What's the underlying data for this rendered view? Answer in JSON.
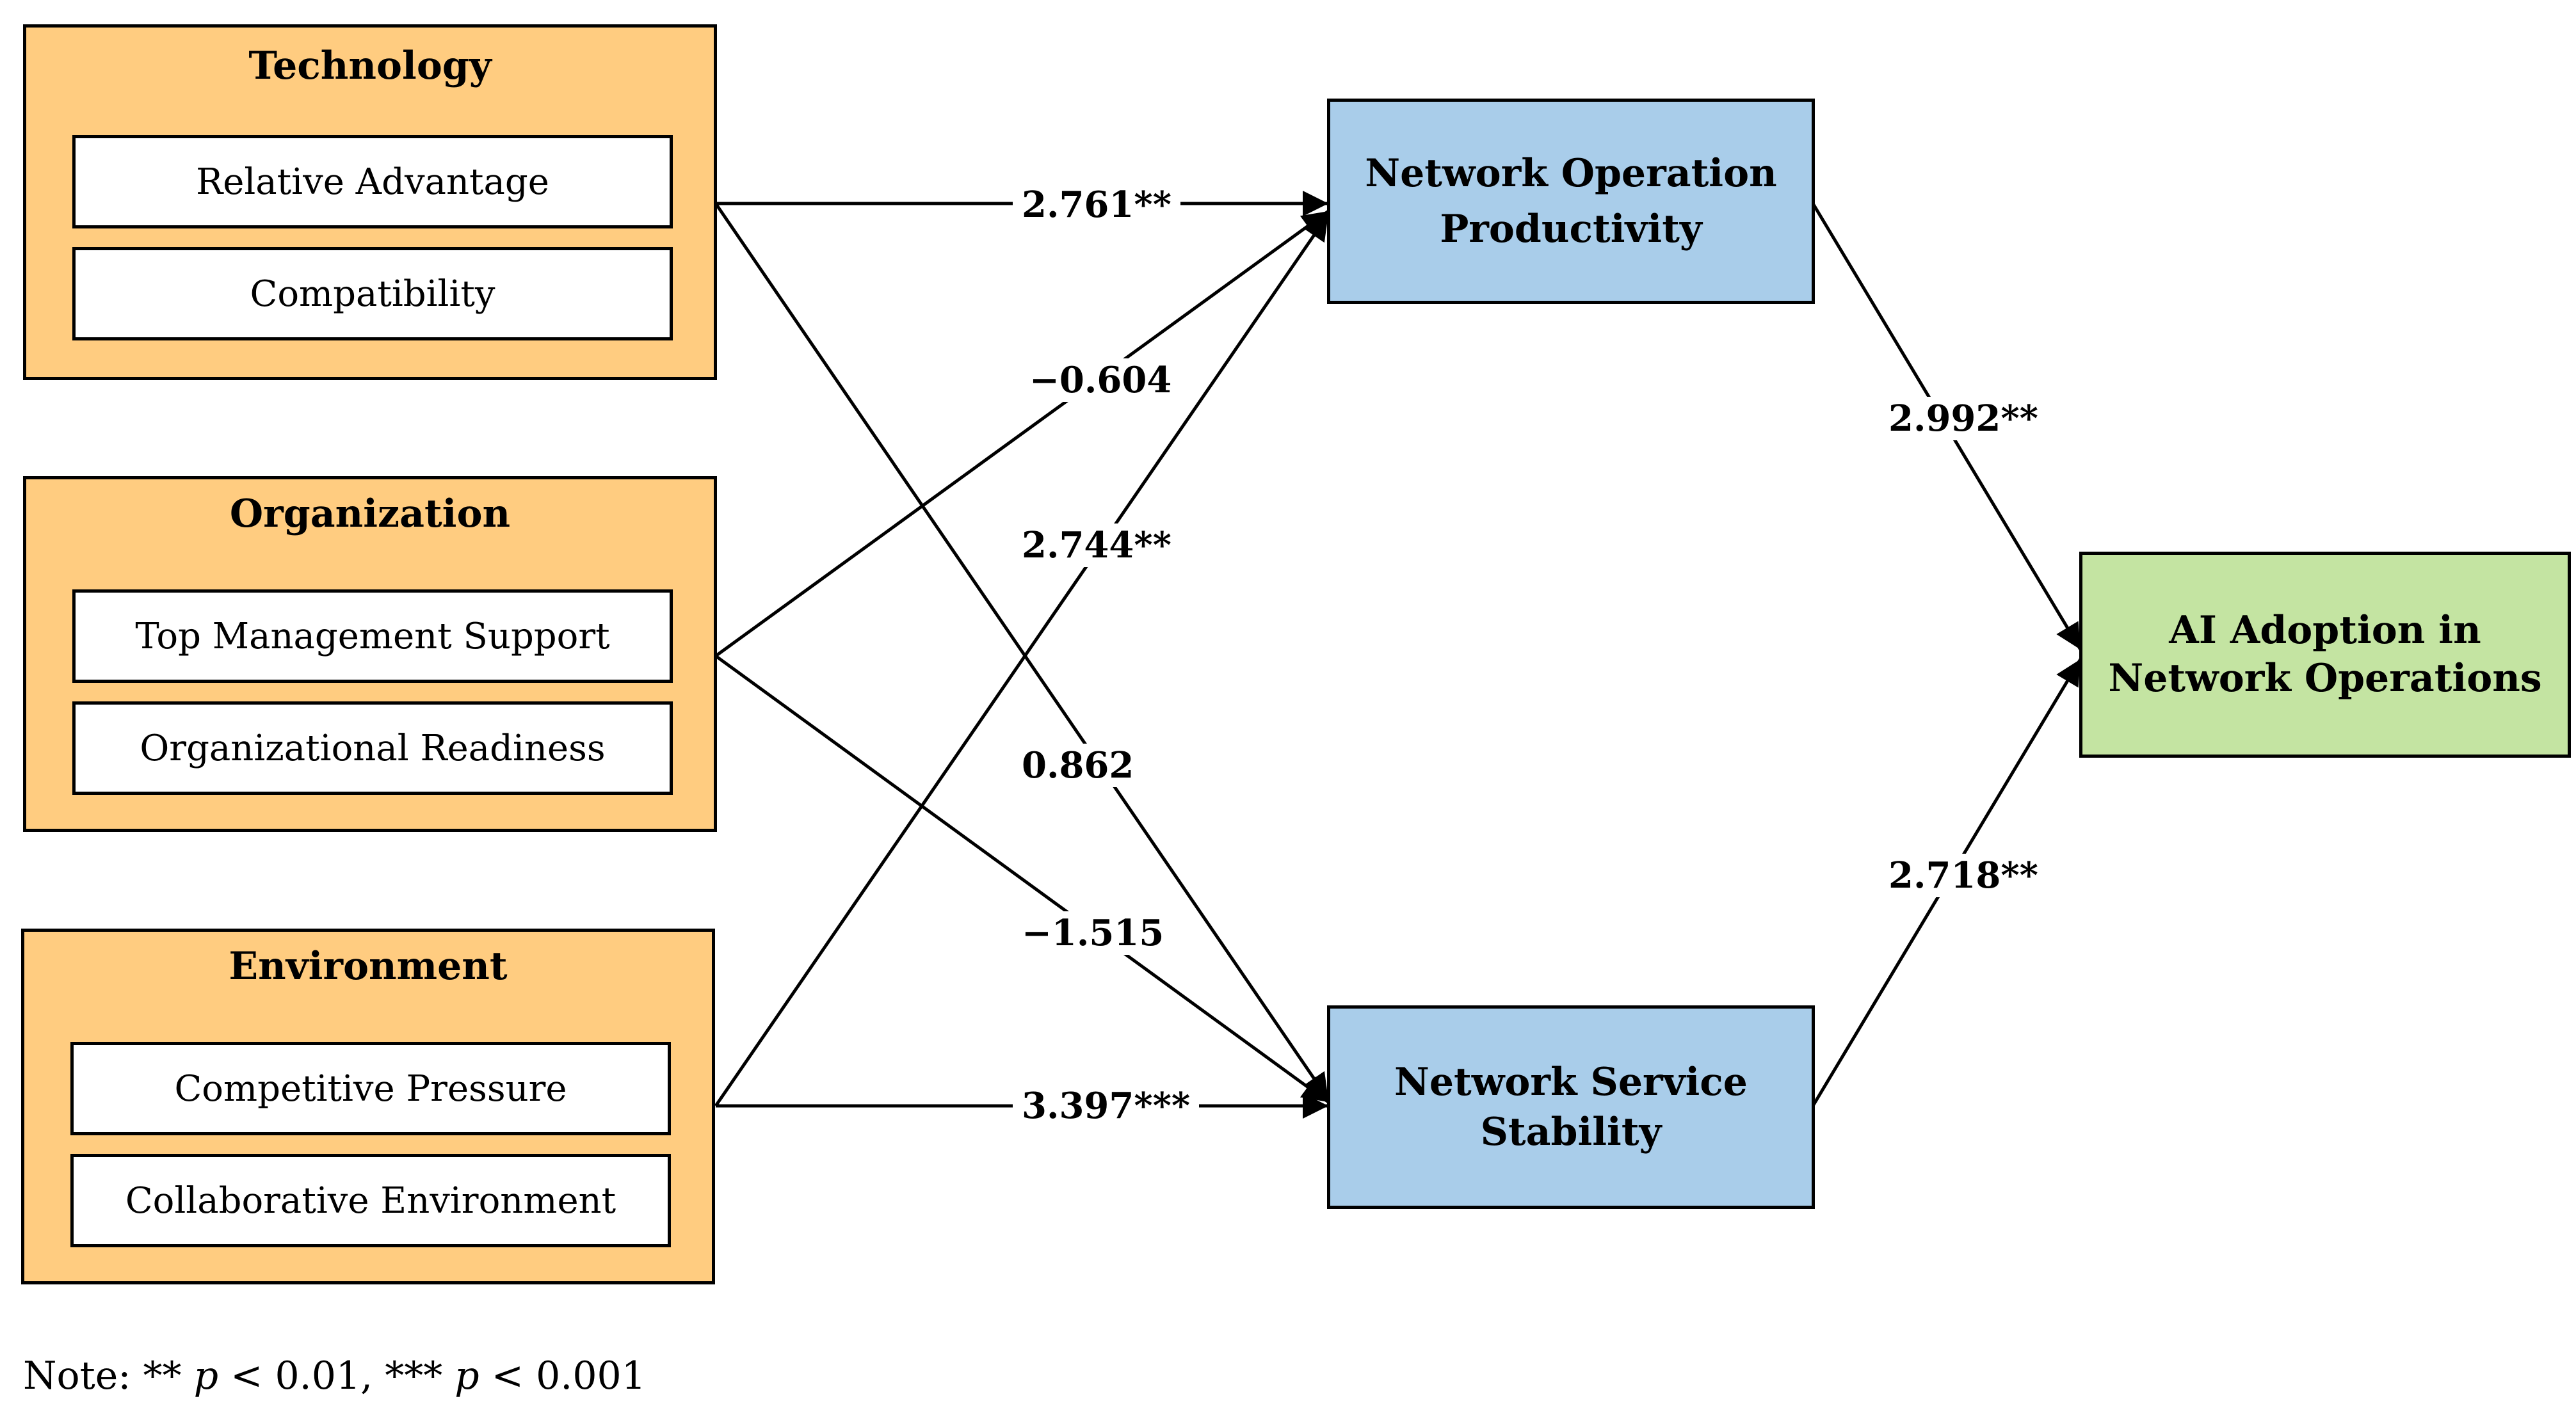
{
  "colors": {
    "group_fill": "#FFCC80",
    "outcome_fill": "#A9CDEA",
    "final_fill": "#C4E4A2",
    "stroke": "#000000",
    "item_fill": "#FFFFFF"
  },
  "groups": [
    {
      "title": "Technology",
      "items": [
        "Relative Advantage",
        "Compatibility"
      ]
    },
    {
      "title": "Organization",
      "items": [
        "Top Management Support",
        "Organizational Readiness"
      ]
    },
    {
      "title": "Environment",
      "items": [
        "Competitive Pressure",
        "Collaborative Environment"
      ]
    }
  ],
  "outcomes": [
    {
      "line1": "Network Operation",
      "line2": "Productivity"
    },
    {
      "line1": "Network Service",
      "line2": "Stability"
    }
  ],
  "final": {
    "line1": "AI Adoption in",
    "line2": "Network Operations"
  },
  "paths": [
    {
      "from": "Technology",
      "to": "Network Operation Productivity",
      "coef": "2.761**"
    },
    {
      "from": "Organization",
      "to": "Network Operation Productivity",
      "coef": "−0.604"
    },
    {
      "from": "Environment",
      "to": "Network Operation Productivity",
      "coef": "2.744**"
    },
    {
      "from": "Technology",
      "to": "Network Service Stability",
      "coef": "0.862"
    },
    {
      "from": "Organization",
      "to": "Network Service Stability",
      "coef": "−1.515"
    },
    {
      "from": "Environment",
      "to": "Network Service Stability",
      "coef": "3.397***"
    },
    {
      "from": "Network Operation Productivity",
      "to": "AI Adoption in Network Operations",
      "coef": "2.992**"
    },
    {
      "from": "Network Service Stability",
      "to": "AI Adoption in Network Operations",
      "coef": "2.718**"
    }
  ],
  "note": {
    "prefix": "Note: ** ",
    "p1": "p",
    "mid": " < 0.01, *** ",
    "p2": "p",
    "suffix": " < 0.001"
  }
}
